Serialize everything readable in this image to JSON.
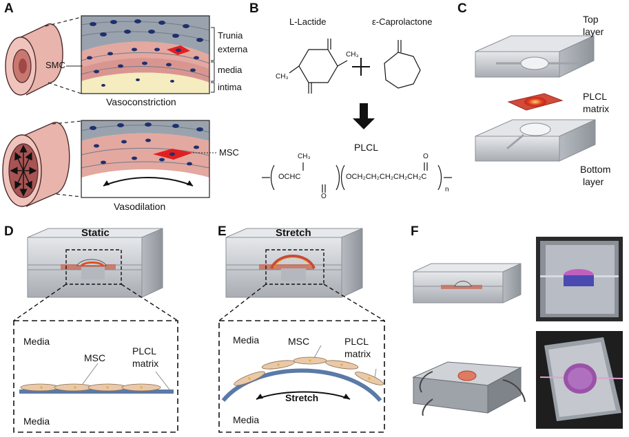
{
  "panels": {
    "a": "A",
    "b": "B",
    "c": "C",
    "d": "D",
    "e": "E",
    "f": "F"
  },
  "panel_a": {
    "layer_trunia": "Trunia",
    "layer_externa": "externa",
    "layer_media": "media",
    "layer_intima": "intima",
    "smc_label": "SMC",
    "msc_label": "MSC",
    "caption_top": "Vasoconstriction",
    "caption_bottom": "Vasodilation"
  },
  "panel_b": {
    "monomer_1": "L-Lactide",
    "monomer_2": "ε-Caprolactone",
    "methyl_1": "CH₃",
    "methyl_2": "CH₃",
    "plus": "+",
    "polymer_name": "PLCL",
    "poly_ch3": "CH₃",
    "poly_left": "OCHC",
    "poly_right": "OCH₂CH₂CH₂CH₂CH₂C",
    "carbonyl_o_1": "O",
    "carbonyl_o_2": "O",
    "subscript_n": "n"
  },
  "panel_c": {
    "top_layer": "Top",
    "top_layer_2": "layer",
    "matrix_1": "PLCL",
    "matrix_2": "matrix",
    "bottom_layer": "Bottom",
    "bottom_layer_2": "layer"
  },
  "panel_d": {
    "title": "Static",
    "media_top": "Media",
    "media_bottom": "Media",
    "msc": "MSC",
    "plcl_1": "PLCL",
    "plcl_2": "matrix"
  },
  "panel_e": {
    "title": "Stretch",
    "media_top": "Media",
    "media_bottom": "Media",
    "msc": "MSC",
    "plcl_1": "PLCL",
    "plcl_2": "matrix",
    "arrow_label": "Stretch"
  },
  "colors": {
    "vessel_pink": "#e8b4ac",
    "media_red": "#d9a09a",
    "intima_yellow": "#f5ecc0",
    "adventitia_gray": "#9aa3ad",
    "nucleus_blue": "#1f2f6e",
    "msc_red": "#e02020",
    "device_gray": "#c9ccd1",
    "membrane_red": "#c84a3a",
    "cell_beige": "#e9c9a9",
    "matrix_blue": "#5a7aa8"
  }
}
